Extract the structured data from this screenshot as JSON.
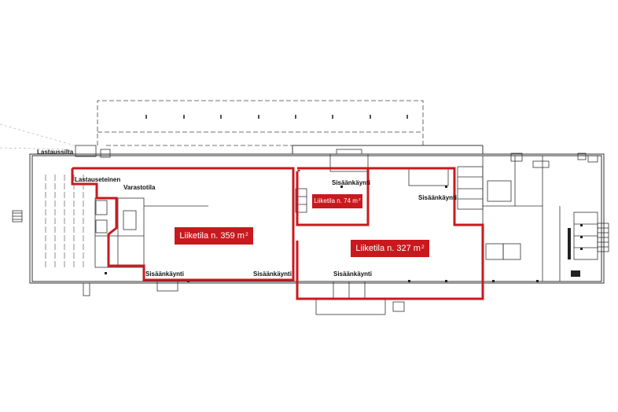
{
  "labels": {
    "lastaussilta": "Lastaussilta",
    "lastauseteinen": "Lastauseteinen",
    "varastotila": "Varastotila",
    "sisaankaynti_top": "Sisäänkäynti",
    "sisaankaynti_right": "Sisäänkäynti",
    "sisaankaynti_bottom_left": "Sisäänkäynti",
    "sisaankaynti_bottom_mid": "Sisäänkäynti",
    "sisaankaynti_bottom_center": "Sisäänkäynti"
  },
  "areas": {
    "area1": {
      "text": "Liiketila n. 359 m",
      "sup": "2"
    },
    "area2": {
      "text": "Liiketila n. 327 m",
      "sup": "2"
    },
    "area3": {
      "text": "Liiketila n. 74 m",
      "sup": "2"
    }
  },
  "colors": {
    "accent_red": "#c9191e",
    "line": "#333333"
  }
}
